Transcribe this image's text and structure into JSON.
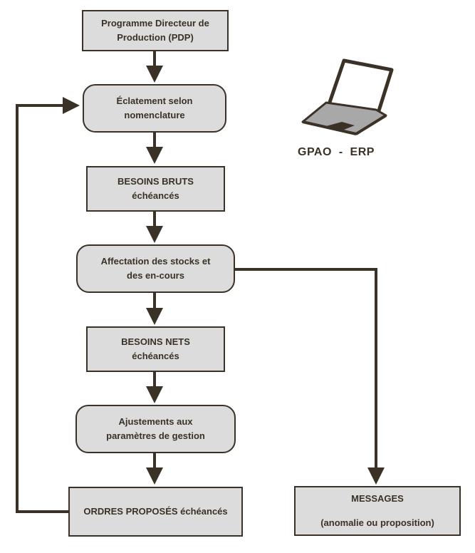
{
  "diagram": {
    "nodes": {
      "pdp": {
        "line1": "Programme Directeur  de",
        "line2": "Production (PDP)"
      },
      "eclatement": {
        "line1": "Éclatement selon",
        "line2": "nomenclature"
      },
      "besoins_bruts": {
        "line1": "BESOINS BRUTS",
        "line2": "échéancés"
      },
      "affectation": {
        "line1": "Affectation des stocks et",
        "line2": "des en-cours"
      },
      "besoins_nets": {
        "line1": "BESOINS NETS",
        "line2": "échéancés"
      },
      "ajustements": {
        "line1": "Ajustements aux",
        "line2": "paramètres de gestion"
      },
      "ordres": {
        "line1": "ORDRES PROPOSÉS échéancés"
      },
      "messages": {
        "line1": "MESSAGES",
        "line2": "(anomalie ou proposition)"
      }
    },
    "system_label": "GPAO  -  ERP",
    "system_icon": "laptop-icon",
    "colors": {
      "stroke": "#3a3226",
      "fill": "#dcdcdc",
      "text": "#3a3226"
    }
  }
}
